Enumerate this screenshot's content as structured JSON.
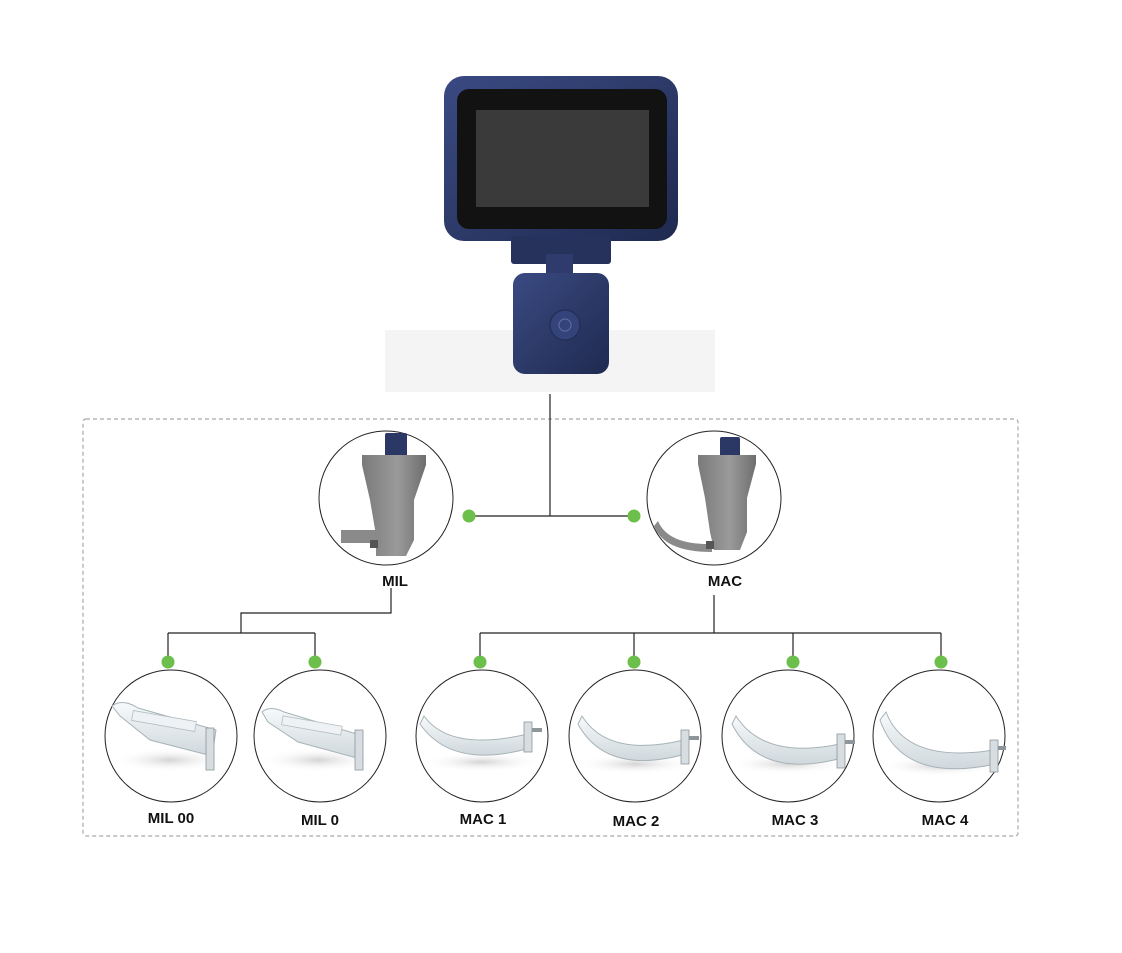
{
  "colors": {
    "connector": "#222222",
    "joint_dot": "#6bbf4a",
    "device_body": "#2b3866",
    "device_screen": "#3a3a3a",
    "blade_handle": "#8c8c8c",
    "blade_clear": "#e6ecef",
    "group_frame": "#a9a9a9"
  },
  "device": {
    "name": "video-laryngoscope-monitor"
  },
  "blade_types": [
    {
      "label": "MIL",
      "icon": "mil-blade-handle-icon"
    },
    {
      "label": "MAC",
      "icon": "mac-blade-handle-icon"
    }
  ],
  "blade_sizes": {
    "mil": [
      {
        "label": "MIL 00",
        "icon": "mil-straight-blade-icon"
      },
      {
        "label": "MIL 0",
        "icon": "mil-straight-blade-icon"
      }
    ],
    "mac": [
      {
        "label": "MAC 1",
        "icon": "mac-curved-blade-icon"
      },
      {
        "label": "MAC 2",
        "icon": "mac-curved-blade-icon"
      },
      {
        "label": "MAC 3",
        "icon": "mac-curved-blade-icon"
      },
      {
        "label": "MAC 4",
        "icon": "mac-curved-blade-icon"
      }
    ]
  }
}
